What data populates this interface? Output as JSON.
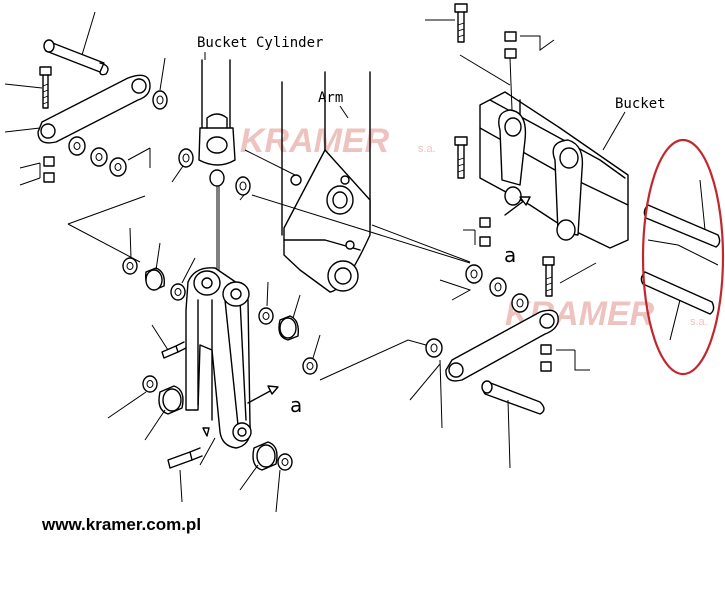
{
  "labels": {
    "bucket_cylinder": "Bucket Cylinder",
    "arm": "Arm",
    "bucket": "Bucket",
    "ref_a_1": "a",
    "ref_a_2": "a"
  },
  "watermarks": {
    "brand": "KRAMER",
    "suffix": "s.a."
  },
  "footer": {
    "url": "www.kramer.com.pl"
  },
  "colors": {
    "highlight_ellipse": "#c0282d",
    "watermark": "#e9b0aa"
  }
}
